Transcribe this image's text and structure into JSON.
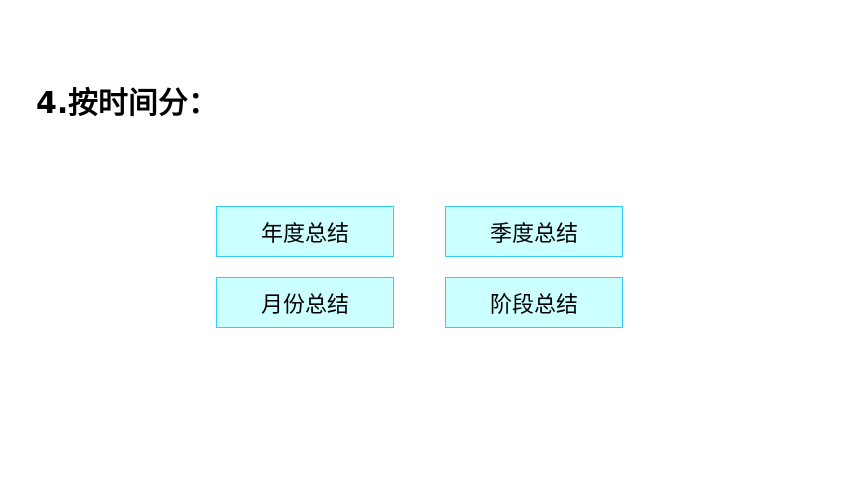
{
  "heading": "4.按时间分：",
  "boxes": [
    "年度总结",
    "季度总结",
    "月份总结",
    "阶段总结"
  ],
  "colors": {
    "box_fill": "#ccffff",
    "box_border": "#33ccff"
  }
}
